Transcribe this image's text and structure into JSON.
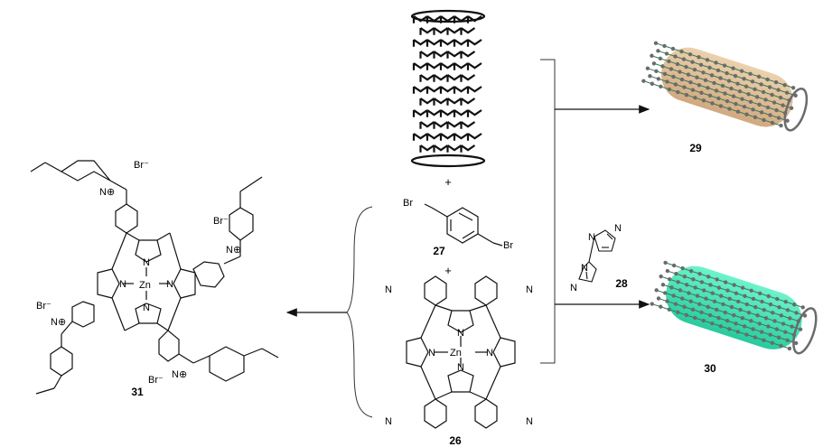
{
  "compound_labels": {
    "c26": "26",
    "c27": "27",
    "c28": "28",
    "c29": "29",
    "c30": "30",
    "c31": "31"
  },
  "operators": {
    "plus": "+"
  },
  "atoms": {
    "N": "N",
    "Zn": "Zn",
    "Br": "Br",
    "Br_anion": "Br⁻",
    "N_cation": "N⊕"
  },
  "colors": {
    "ink": "#111111",
    "tube_wrap_29": "#d9b48a",
    "tube_wrap_30": "#2fe3b0",
    "tube_atoms": "#6b6b6b",
    "tube_bonds": "#2e7d4f"
  }
}
